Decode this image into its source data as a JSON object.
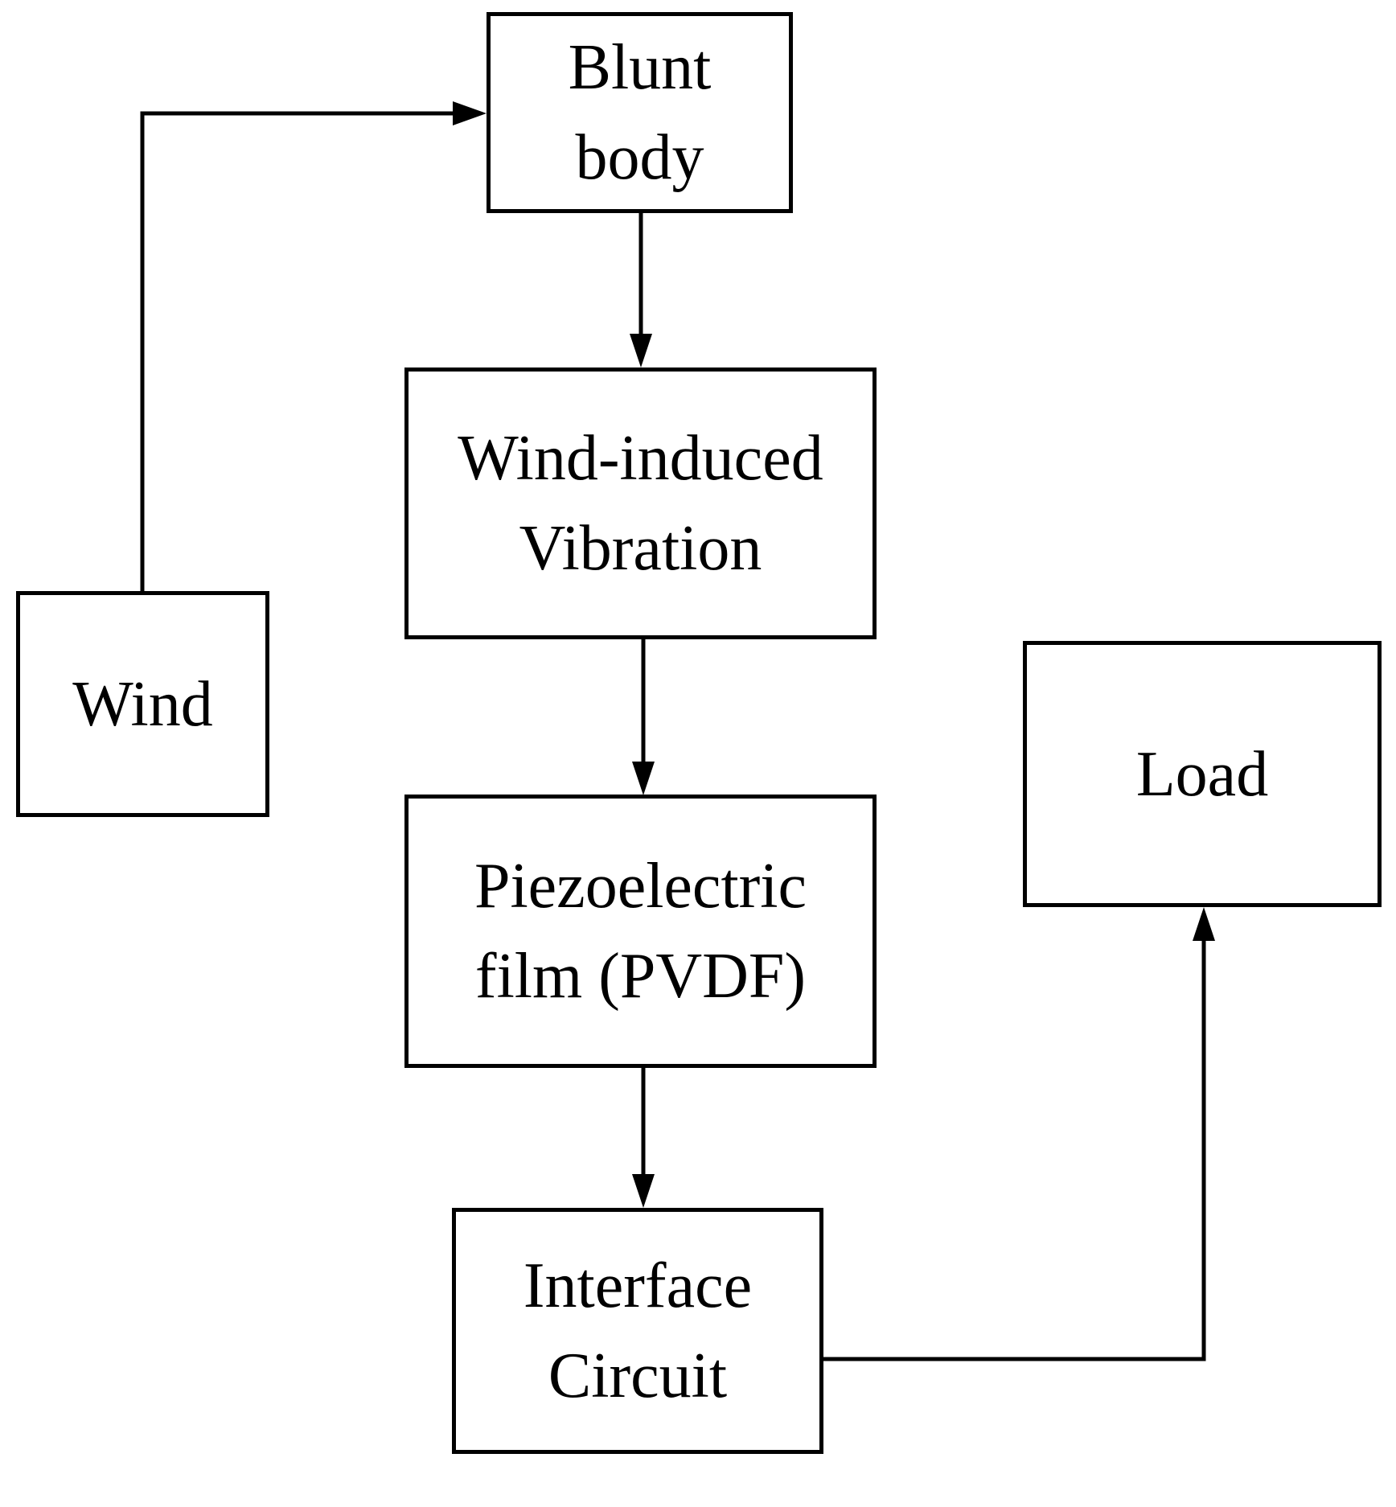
{
  "diagram": {
    "nodes": [
      {
        "id": "wind",
        "label": "Wind",
        "lines": [
          "Wind"
        ]
      },
      {
        "id": "blunt-body",
        "label": "Blunt body",
        "lines": [
          "Blunt",
          "body"
        ]
      },
      {
        "id": "wind-induced-vibration",
        "label": "Wind-induced Vibration",
        "lines": [
          "Wind-induced",
          "Vibration"
        ]
      },
      {
        "id": "piezoelectric-film",
        "label": "Piezoelectric film (PVDF)",
        "lines": [
          "Piezoelectric",
          "film (PVDF)"
        ]
      },
      {
        "id": "interface-circuit",
        "label": "Interface Circuit",
        "lines": [
          "Interface",
          "Circuit"
        ]
      },
      {
        "id": "load",
        "label": "Load",
        "lines": [
          "Load"
        ]
      }
    ],
    "edges": [
      {
        "from": "wind",
        "to": "blunt-body"
      },
      {
        "from": "blunt-body",
        "to": "wind-induced-vibration"
      },
      {
        "from": "wind-induced-vibration",
        "to": "piezoelectric-film"
      },
      {
        "from": "piezoelectric-film",
        "to": "interface-circuit"
      },
      {
        "from": "interface-circuit",
        "to": "load"
      }
    ],
    "colors": {
      "line": "#000000",
      "text": "#000000",
      "background": "#ffffff"
    }
  }
}
